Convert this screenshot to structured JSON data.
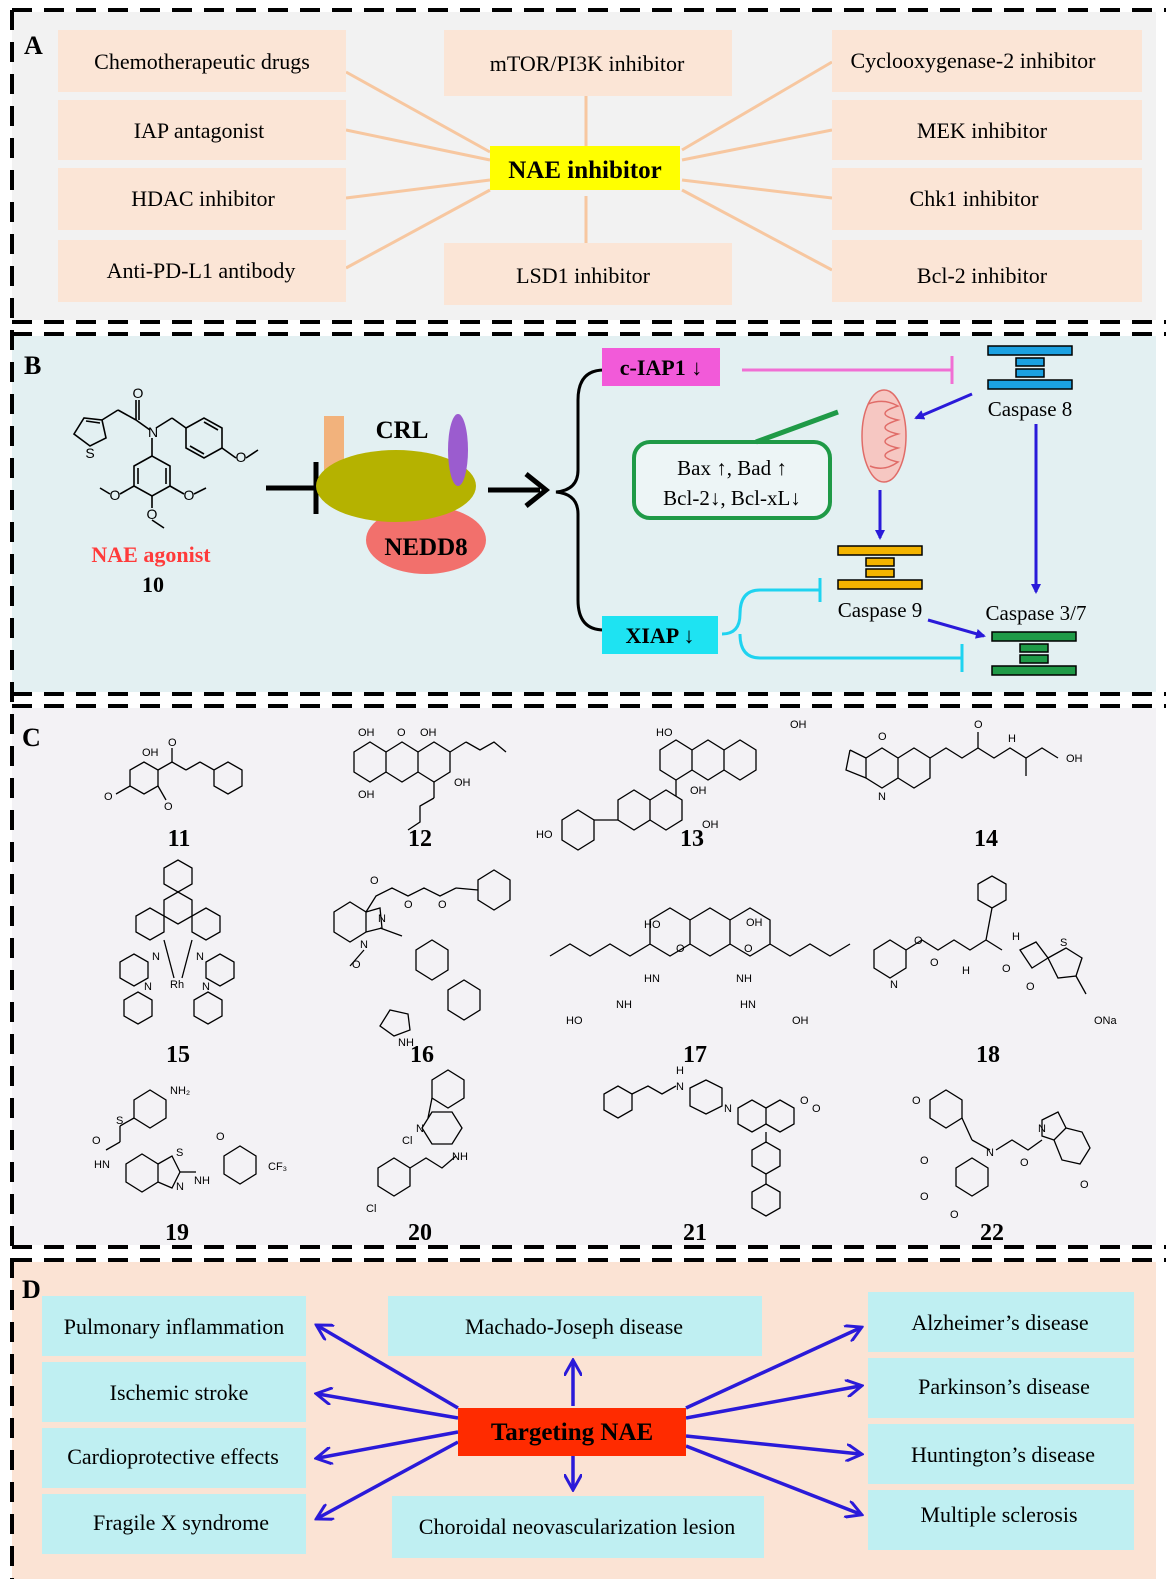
{
  "colors": {
    "panel_a_bg": "#f2f2f2",
    "panel_b_bg": "#e3f0f2",
    "panel_c_bg": "#f3f2f5",
    "panel_d_bg": "#fbe3d4",
    "peach_box": "#fbe5d6",
    "yellow_box": "#ffff00",
    "cyan_box": "#bfeff2",
    "red_box": "#ff2b00",
    "magenta_box": "#f25ad9",
    "cyan_label": "#1ee3f2",
    "ray": "#f7c7a0",
    "blue_arrow": "#2a1ad9",
    "caspase8": "#1ba1e2",
    "caspase9": "#f4b400",
    "caspase37": "#1f9a47",
    "nedd8": "#f2706c",
    "crl_body": "#b5b200",
    "purple_cap": "#9b5ccf",
    "orange_post": "#f2b27c",
    "inhibit_pink": "#f06fd4",
    "inhibit_cyan": "#1fd3f0",
    "green_box": "#1f9a47",
    "agonist_red": "#ff3b3b"
  },
  "panel_a": {
    "label": "A",
    "center": "NAE inhibitor",
    "left": [
      "Chemotherapeutic drugs",
      "IAP antagonist",
      "HDAC inhibitor",
      "Anti-PD-L1 antibody"
    ],
    "top": "mTOR/PI3K inhibitor",
    "bottom": "LSD1 inhibitor",
    "right": [
      "Cyclooxygenase-2  inhibitor",
      "MEK inhibitor",
      "Chk1 inhibitor",
      "Bcl-2 inhibitor"
    ]
  },
  "panel_b": {
    "label": "B",
    "agonist_name": "NAE agonist",
    "agonist_num": "10",
    "crl": "CRL",
    "nedd8": "NEDD8",
    "ciap1": "c-IAP1 ↓",
    "xiap": "XIAP ↓",
    "bax_line1": "Bax ↑,  Bad ↑",
    "bax_line2": "Bcl-2↓, Bcl-xL↓",
    "caspase8": "Caspase 8",
    "caspase9": "Caspase 9",
    "caspase37": "Caspase 3/7",
    "atoms": {
      "S": "S",
      "N": "N",
      "O": "O"
    }
  },
  "panel_c": {
    "label": "C",
    "compounds": [
      "11",
      "12",
      "13",
      "14",
      "15",
      "16",
      "17",
      "18",
      "19",
      "20",
      "21",
      "22"
    ],
    "atoms": {
      "oh": "OH",
      "ho": "HO",
      "o": "O",
      "n": "N",
      "nh": "NH",
      "h": "H",
      "s": "S",
      "nh2": "NH₂",
      "cf3": "CF₃",
      "ona": "ONa",
      "rh": "Rh",
      "cl": "Cl",
      "hn": "HN"
    }
  },
  "panel_d": {
    "label": "D",
    "center": "Targeting NAE",
    "left": [
      "Pulmonary inflammation",
      "Ischemic stroke",
      "Cardioprotective effects",
      "Fragile X syndrome"
    ],
    "top": "Machado-Joseph disease",
    "bottom": "Choroidal neovascularization  lesion",
    "right": [
      "Alzheimer’s disease",
      "Parkinson’s disease",
      "Huntington’s disease",
      "Multiple sclerosis"
    ]
  }
}
